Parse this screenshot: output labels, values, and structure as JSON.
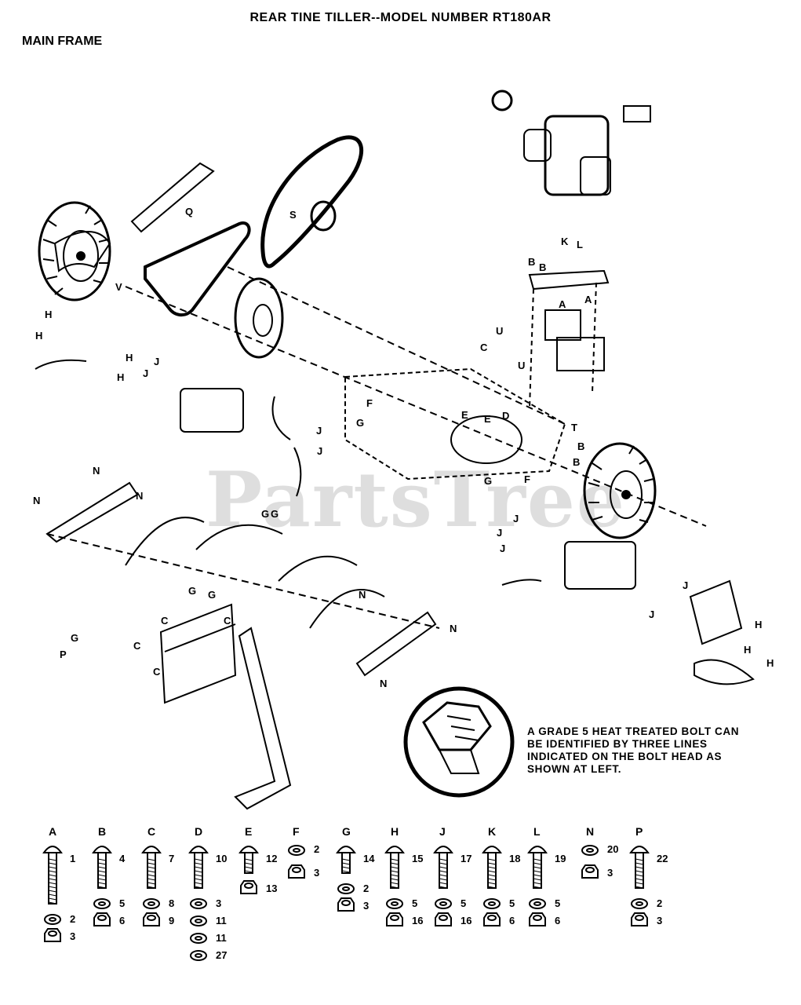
{
  "header": {
    "title": "REAR TINE TILLER--MODEL NUMBER RT180AR",
    "subtitle": "MAIN FRAME"
  },
  "watermark": "PartsTree",
  "note": "A GRADE 5 HEAT TREATED BOLT CAN BE IDENTIFIED BY THREE LINES INDICATED ON THE BOLT HEAD AS SHOWN AT LEFT.",
  "callouts": {
    "a1": "A",
    "a2": "A",
    "b1": "B",
    "b2": "B",
    "b3": "B",
    "b4": "B",
    "c1": "C",
    "c2": "C",
    "c3": "C",
    "c4": "C",
    "c5": "C",
    "d1": "D",
    "e1": "E",
    "e2": "E",
    "f1": "F",
    "f2": "F",
    "g1": "G",
    "g2": "G",
    "g3": "G",
    "g4": "G",
    "g5": "G",
    "g6": "G",
    "g7": "G",
    "h1": "H",
    "h2": "H",
    "h3": "H",
    "h4": "H",
    "h5": "H",
    "h6": "H",
    "h7": "H",
    "j1": "J",
    "j2": "J",
    "j3": "J",
    "j4": "J",
    "j5": "J",
    "j6": "J",
    "j7": "J",
    "j8": "J",
    "j9": "J",
    "k1": "K",
    "l1": "L",
    "n1": "N",
    "n2": "N",
    "n3": "N",
    "n4": "N",
    "n5": "N",
    "n6": "N",
    "p1": "P",
    "q1": "Q",
    "s1": "S",
    "t1": "T",
    "u1": "U",
    "u2": "U",
    "v1": "V"
  },
  "hardware_legend": [
    {
      "letter": "A",
      "items": [
        "1",
        "2",
        "3"
      ]
    },
    {
      "letter": "B",
      "items": [
        "4",
        "5",
        "6"
      ]
    },
    {
      "letter": "C",
      "items": [
        "7",
        "8",
        "9"
      ]
    },
    {
      "letter": "D",
      "items": [
        "10",
        "3",
        "11",
        "11",
        "27"
      ]
    },
    {
      "letter": "E",
      "items": [
        "12",
        "13"
      ]
    },
    {
      "letter": "F",
      "items": [
        "2",
        "3"
      ]
    },
    {
      "letter": "G",
      "items": [
        "14",
        "2",
        "3"
      ]
    },
    {
      "letter": "H",
      "items": [
        "15",
        "5",
        "16"
      ]
    },
    {
      "letter": "J",
      "items": [
        "17",
        "5",
        "16"
      ]
    },
    {
      "letter": "K",
      "items": [
        "18",
        "5",
        "6"
      ]
    },
    {
      "letter": "L",
      "items": [
        "19",
        "5",
        "6"
      ]
    },
    {
      "letter": "N",
      "items": [
        "20",
        "3"
      ]
    },
    {
      "letter": "P",
      "items": [
        "22",
        "2",
        "3"
      ]
    }
  ]
}
